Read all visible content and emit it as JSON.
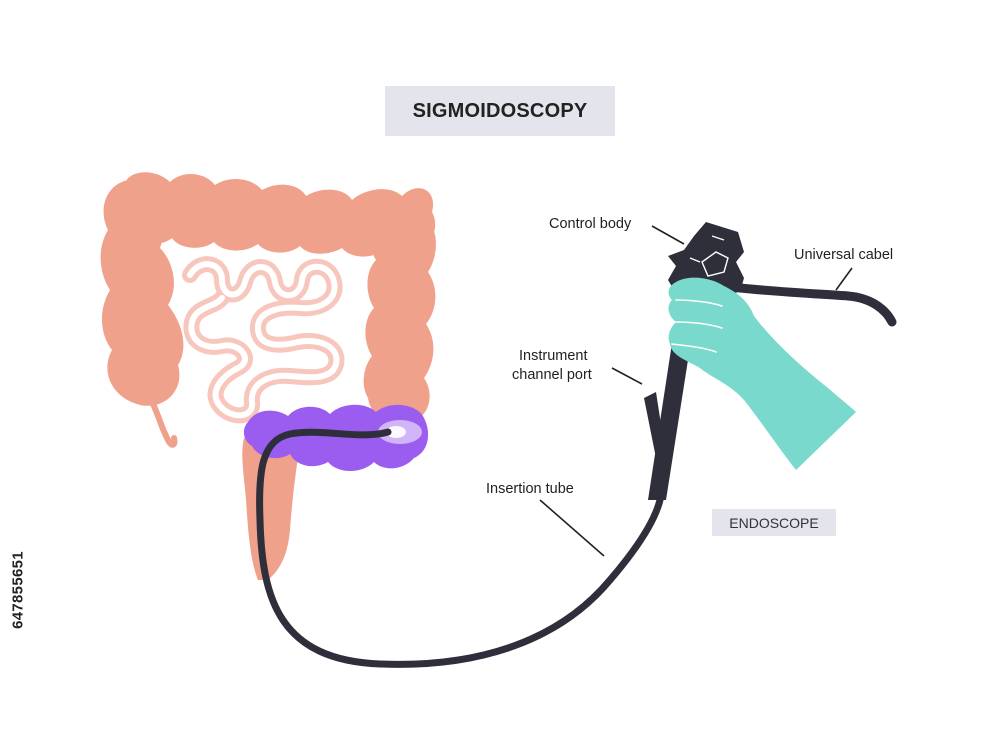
{
  "diagram": {
    "title": "SIGMOIDOSCOPY",
    "device_tag": "ENDOSCOPE",
    "labels": {
      "control_body": "Control body",
      "universal_cable": "Universal cabel",
      "instrument_port_line1": "Instrument",
      "instrument_port_line2": "channel port",
      "insertion_tube": "Insertion tube"
    },
    "side_id": "647855651"
  },
  "colors": {
    "colon": "#f0a18b",
    "small_intestine": "#f7c7bd",
    "small_intestine_inner": "#ffffff",
    "sigmoid_highlight": "#9b5cf0",
    "rectum": "#f0a18b",
    "endoscope": "#2e2f3a",
    "glove": "#79d9cc",
    "label_box": "#e4e4ec",
    "leader_line": "#222222"
  },
  "icons": [
    "colon-illustration",
    "endoscope-icon",
    "gloved-hand-icon",
    "light-tip-icon"
  ]
}
